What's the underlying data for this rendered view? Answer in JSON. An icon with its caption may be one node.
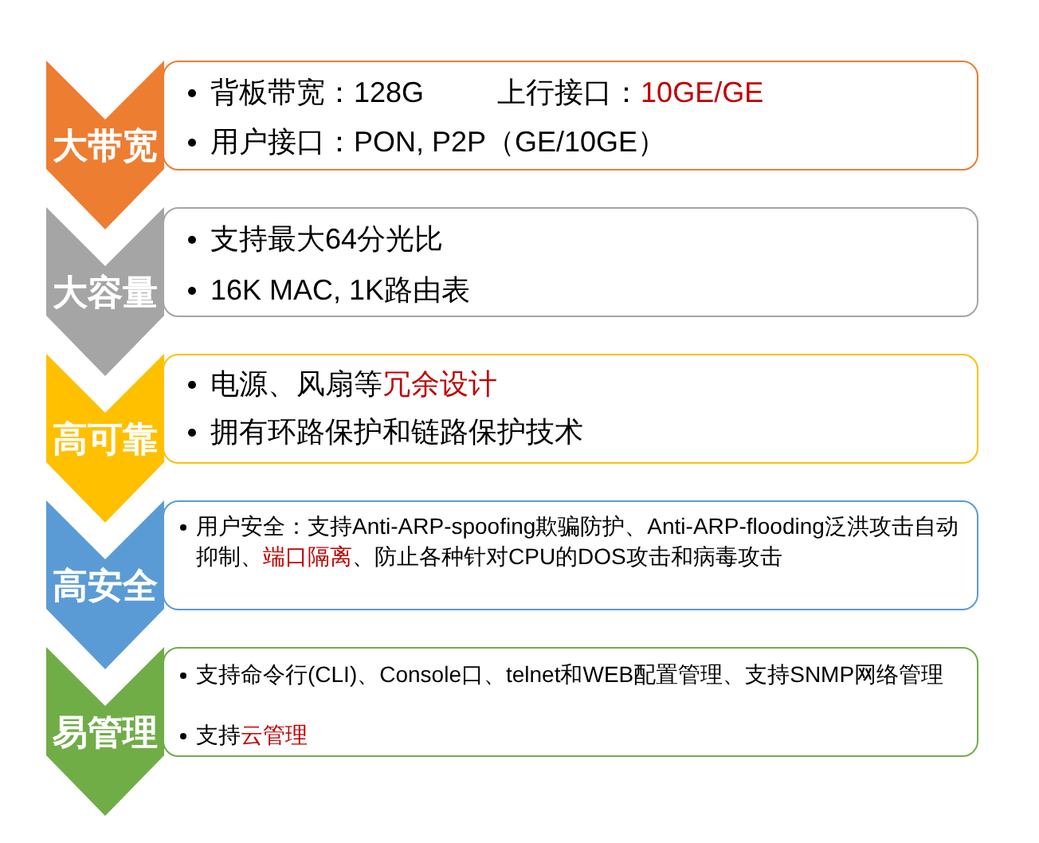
{
  "diagram": {
    "nodes": [
      {
        "text": [
          "大带宽"
        ]
      },
      {
        "text": [
          "背板带宽：128G",
          "上行接口：",
          "10GE/GE",
          "用户接口：PON, P2P（GE/10GE）"
        ]
      },
      {
        "text": [
          "大容量"
        ]
      },
      {
        "text": [
          "支持最大64分光比",
          "16K MAC, 1K路由表"
        ]
      },
      {
        "text": [
          "高可靠"
        ]
      },
      {
        "text": [
          "电源、风扇等",
          "冗余设计",
          "拥有环路保护和链路保护技术"
        ]
      },
      {
        "text": [
          "高安全"
        ]
      },
      {
        "text": [
          "用户安全：支持Anti-ARP-spoofing欺骗防护、Anti-ARP-flooding泛洪攻击自动抑制、",
          "端口隔离",
          "、防止各种针对CPU的DOS攻击和病毒攻击"
        ]
      },
      {
        "text": [
          "易管理"
        ]
      },
      {
        "text": [
          "支持命令行(CLI)、Console口、telnet和WEB配置管理、支持SNMP网络管理",
          "支持",
          "云管理"
        ]
      }
    ]
  }
}
